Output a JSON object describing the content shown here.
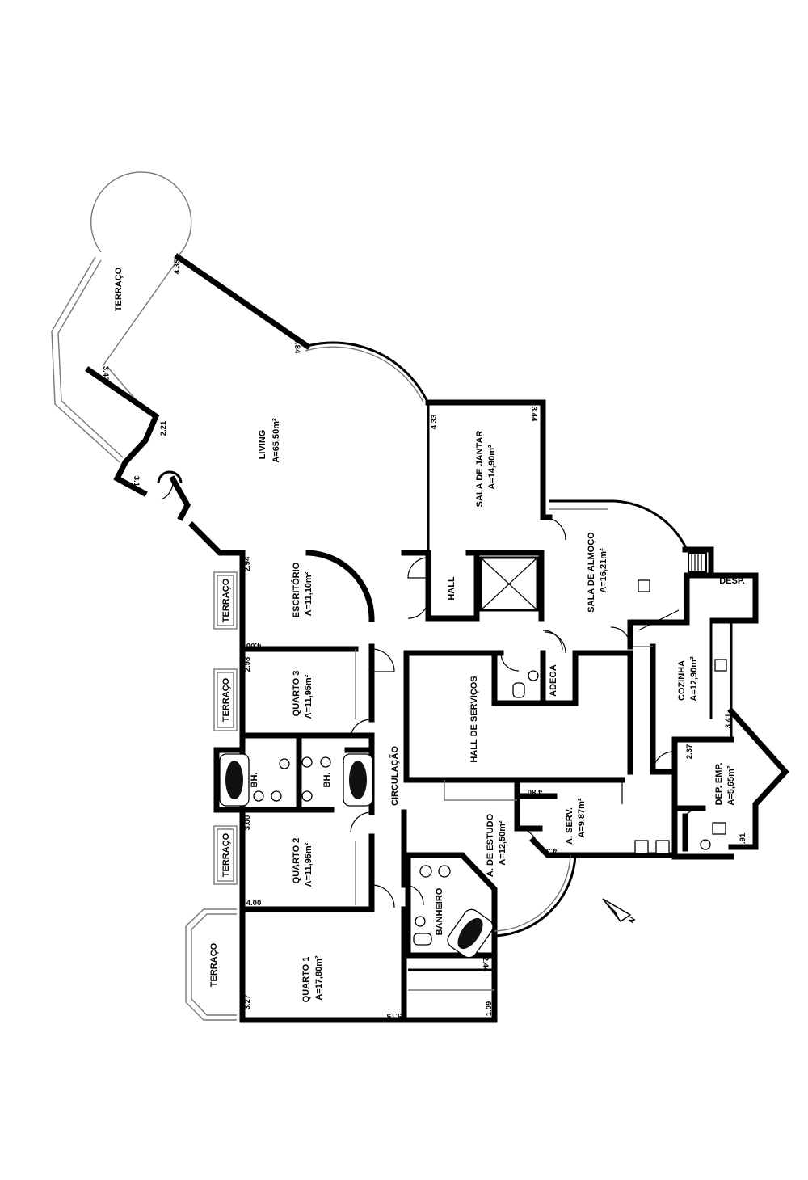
{
  "rooms": {
    "terraco_living": "TERRAÇO",
    "living_name": "LIVING",
    "living_area": "A=65,50m²",
    "escritorio_name": "ESCRITÓRIO",
    "escritorio_area": "A=11,10m²",
    "terraco_escritorio": "TERRAÇO",
    "quarto3_name": "QUARTO 3",
    "quarto3_area": "A=11,95m²",
    "terraco_quarto3": "TERRAÇO",
    "bh1": "BH.",
    "bh2": "BH.",
    "circulacao": "CIRCULAÇÃO",
    "quarto2_name": "QUARTO 2",
    "quarto2_area": "A=11,95m²",
    "terraco_quarto2": "TERRAÇO",
    "quarto1_name": "QUARTO 1",
    "quarto1_area": "A=17,80m²",
    "terraco_quarto1": "TERRAÇO",
    "banheiro": "BANHEIRO",
    "estudo_name": "A. DE ESTUDO",
    "estudo_area": "A=12,50m²",
    "hall_servicos": "HALL DE SERVIÇOS",
    "hall": "HALL",
    "adega": "ADEGA",
    "jantar_name": "SALA DE JANTAR",
    "jantar_area": "A=14,90m²",
    "almoco_name": "SALA DE ALMOÇO",
    "almoco_area": "A=16,21m²",
    "desp": "DESP.",
    "cozinha_name": "COZINHA",
    "cozinha_area": "A=12,90m²",
    "serv_name": "A. SERV.",
    "serv_area": "A=9,87m²",
    "dep_name": "DEP. EMP.",
    "dep_area": "A=5,65m²"
  },
  "dimensions": {
    "d_435": "4.35",
    "d_484": "4.84",
    "d_347": "3.47",
    "d_433": "4.33",
    "d_344": "3.44",
    "d_221": "2.21",
    "d_316": "3.16",
    "d_294": "2.94",
    "d_400a": "4.00",
    "d_298": "2.98",
    "d_300": "3.00",
    "d_400b": "4.00",
    "d_327": "3.27",
    "d_515": "5.15",
    "d_244": "2.44",
    "d_109": "1.09",
    "d_480": "4.80",
    "d_435b": "4.35",
    "d_237": "2.37",
    "d_341": "3.41",
    "d_091": "0.91"
  },
  "north": "N"
}
